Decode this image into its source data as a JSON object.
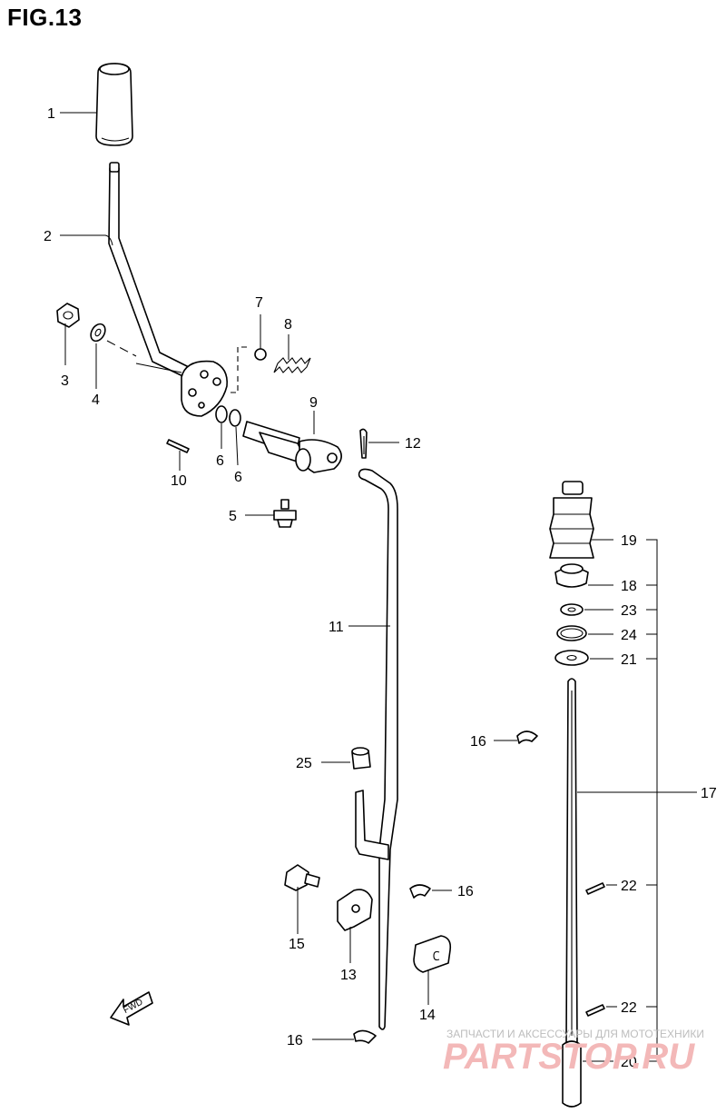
{
  "figure": {
    "title": "FIG.13"
  },
  "fwd_badge": "FWD",
  "callouts": [
    {
      "id": "c1",
      "text": "1"
    },
    {
      "id": "c2",
      "text": "2"
    },
    {
      "id": "c3",
      "text": "3"
    },
    {
      "id": "c4",
      "text": "4"
    },
    {
      "id": "c5",
      "text": "5"
    },
    {
      "id": "c6a",
      "text": "6"
    },
    {
      "id": "c6b",
      "text": "6"
    },
    {
      "id": "c7",
      "text": "7"
    },
    {
      "id": "c8",
      "text": "8"
    },
    {
      "id": "c9",
      "text": "9"
    },
    {
      "id": "c10",
      "text": "10"
    },
    {
      "id": "c11",
      "text": "11"
    },
    {
      "id": "c12",
      "text": "12"
    },
    {
      "id": "c13",
      "text": "13"
    },
    {
      "id": "c14",
      "text": "14"
    },
    {
      "id": "c15",
      "text": "15"
    },
    {
      "id": "c16a",
      "text": "16"
    },
    {
      "id": "c16b",
      "text": "16"
    },
    {
      "id": "c16c",
      "text": "16"
    },
    {
      "id": "c17",
      "text": "17"
    },
    {
      "id": "c18",
      "text": "18"
    },
    {
      "id": "c19",
      "text": "19"
    },
    {
      "id": "c20",
      "text": "20"
    },
    {
      "id": "c21",
      "text": "21"
    },
    {
      "id": "c22a",
      "text": "22"
    },
    {
      "id": "c22b",
      "text": "22"
    },
    {
      "id": "c23",
      "text": "23"
    },
    {
      "id": "c24",
      "text": "24"
    },
    {
      "id": "c25",
      "text": "25"
    }
  ],
  "watermark": {
    "subtitle": "ЗАПЧАСТИ И АКСЕССУАРЫ ДЛЯ МОТОТЕХНИКИ",
    "brand": "PARTSTOP.RU"
  }
}
